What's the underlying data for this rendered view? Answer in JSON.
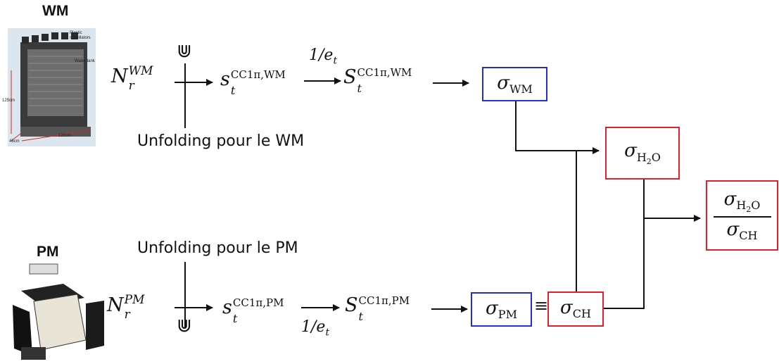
{
  "wm": {
    "header": "WM",
    "image_labels": {
      "plastic": "Plastic scintillators",
      "water": "Water tank",
      "h125": "125cm",
      "w125": "125cm",
      "d46": "46cm"
    },
    "unfolding": "Unfolding pour le WM",
    "union": "⋓",
    "N_base": "N",
    "N_sub": "r",
    "N_sup": "WM",
    "s_base": "s",
    "s_sub": "t",
    "s_sup": "CC1π,WM",
    "S_base": "S",
    "S_sub": "t",
    "S_sup": "CC1π,WM",
    "eff": "1/e",
    "eff_sub": "t",
    "sigma": "σ",
    "sigma_sub": "WM"
  },
  "pm": {
    "header": "PM",
    "unfolding": "Unfolding pour le PM",
    "union": "⋓",
    "N_base": "N",
    "N_sub": "r",
    "N_sup": "PM",
    "s_base": "s",
    "s_sub": "t",
    "s_sup": "CC1π,PM",
    "S_base": "S",
    "S_sub": "t",
    "S_sup": "CC1π,PM",
    "eff": "1/e",
    "eff_sub": "t",
    "sigma": "σ",
    "sigma_sub": "PM",
    "equiv": "≡"
  },
  "results": {
    "ch_sigma": "σ",
    "ch_sub": "CH",
    "h2o_sigma": "σ",
    "h2o_sub": "H",
    "h2o_sub2": "2",
    "h2o_sub3": "O"
  },
  "colors": {
    "blue": "#1f2fd0",
    "red": "#e0202a",
    "line": "#111111"
  }
}
